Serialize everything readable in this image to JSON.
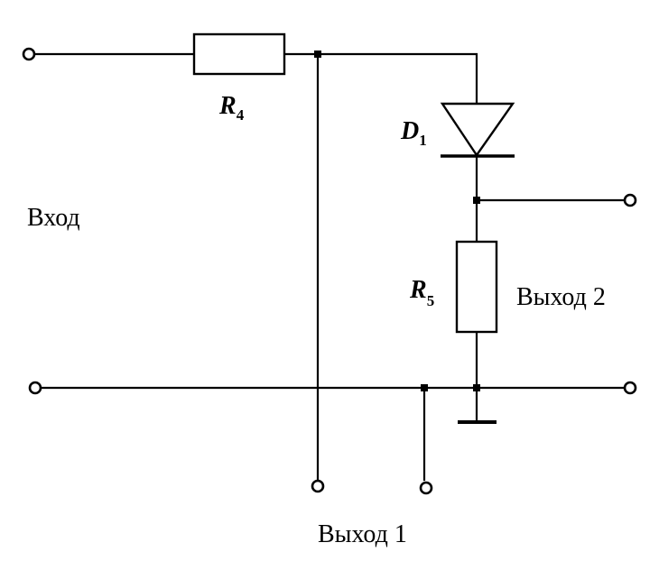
{
  "labels": {
    "input": "Вход",
    "output1": "Выход 1",
    "output2": "Выход 2"
  },
  "components": {
    "r4": {
      "letter": "R",
      "index": "4"
    },
    "r5": {
      "letter": "R",
      "index": "5"
    },
    "d1": {
      "letter": "D",
      "index": "1"
    }
  }
}
